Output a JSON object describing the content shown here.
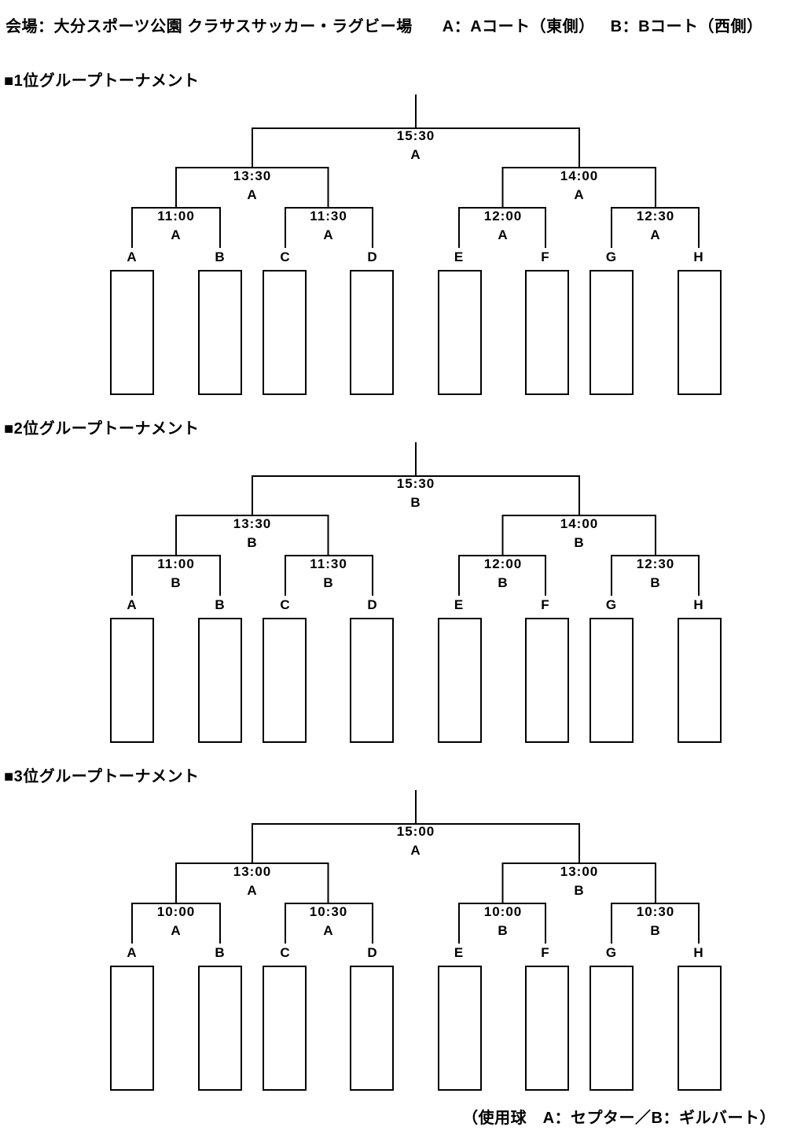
{
  "colors": {
    "ink": "#000000",
    "background": "#ffffff"
  },
  "header": {
    "venue": "会場：大分スポーツ公園 クラサスサッカー・ラグビー場",
    "court_a_legend": "A：Aコート（東側）",
    "court_b_legend": "B：Bコート（西側）"
  },
  "footer": {
    "ball_note": "（使用球　A：セプター／B：ギルバート）"
  },
  "brackets": [
    {
      "title": "■1位グループトーナメント",
      "final": {
        "time": "15:30",
        "court": "A"
      },
      "semifinals": [
        {
          "time": "13:30",
          "court": "A"
        },
        {
          "time": "14:00",
          "court": "A"
        }
      ],
      "quarterfinals": [
        {
          "time": "11:00",
          "court": "A"
        },
        {
          "time": "11:30",
          "court": "A"
        },
        {
          "time": "12:00",
          "court": "A"
        },
        {
          "time": "12:30",
          "court": "A"
        }
      ],
      "slots": [
        "A",
        "B",
        "C",
        "D",
        "E",
        "F",
        "G",
        "H"
      ]
    },
    {
      "title": "■2位グループトーナメント",
      "final": {
        "time": "15:30",
        "court": "B"
      },
      "semifinals": [
        {
          "time": "13:30",
          "court": "B"
        },
        {
          "time": "14:00",
          "court": "B"
        }
      ],
      "quarterfinals": [
        {
          "time": "11:00",
          "court": "B"
        },
        {
          "time": "11:30",
          "court": "B"
        },
        {
          "time": "12:00",
          "court": "B"
        },
        {
          "time": "12:30",
          "court": "B"
        }
      ],
      "slots": [
        "A",
        "B",
        "C",
        "D",
        "E",
        "F",
        "G",
        "H"
      ]
    },
    {
      "title": "■3位グループトーナメント",
      "final": {
        "time": "15:00",
        "court": "A"
      },
      "semifinals": [
        {
          "time": "13:00",
          "court": "A"
        },
        {
          "time": "13:00",
          "court": "B"
        }
      ],
      "quarterfinals": [
        {
          "time": "10:00",
          "court": "A"
        },
        {
          "time": "10:30",
          "court": "A"
        },
        {
          "time": "10:00",
          "court": "B"
        },
        {
          "time": "10:30",
          "court": "B"
        }
      ],
      "slots": [
        "A",
        "B",
        "C",
        "D",
        "E",
        "F",
        "G",
        "H"
      ]
    }
  ]
}
